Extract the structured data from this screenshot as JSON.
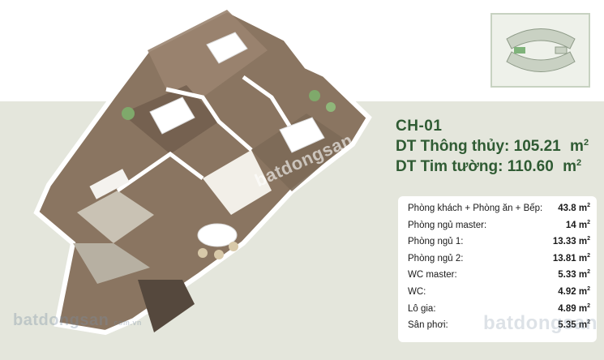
{
  "unit": {
    "code": "CH-01",
    "net_area_label": "DT Thông thủy:",
    "net_area_value": "105.21",
    "gross_area_label": "DT Tim tường:",
    "gross_area_value": "110.60",
    "area_unit": "m",
    "area_unit_sup": "2"
  },
  "rooms": [
    {
      "name": "Phòng khách + Phòng ăn + Bếp:",
      "area": "43.8"
    },
    {
      "name": "Phòng ngủ master:",
      "area": "14"
    },
    {
      "name": "Phòng ngủ 1:",
      "area": "13.33"
    },
    {
      "name": "Phòng ngủ 2:",
      "area": "13.81"
    },
    {
      "name": "WC master:",
      "area": "5.33"
    },
    {
      "name": "WC:",
      "area": "4.92"
    },
    {
      "name": "Lô gia:",
      "area": "4.89"
    },
    {
      "name": "Sân phơi:",
      "area": "5.35"
    }
  ],
  "watermark": {
    "text": "batdongsan",
    "sub": "com.vn"
  },
  "colors": {
    "accent": "#2f5b33",
    "band": "#e4e6dc",
    "floor": "#8a7561",
    "wall": "#ffffff"
  },
  "icons": {
    "floor_plan": "isometric-floor-plan-image",
    "key_plan": "building-key-plan-image"
  }
}
